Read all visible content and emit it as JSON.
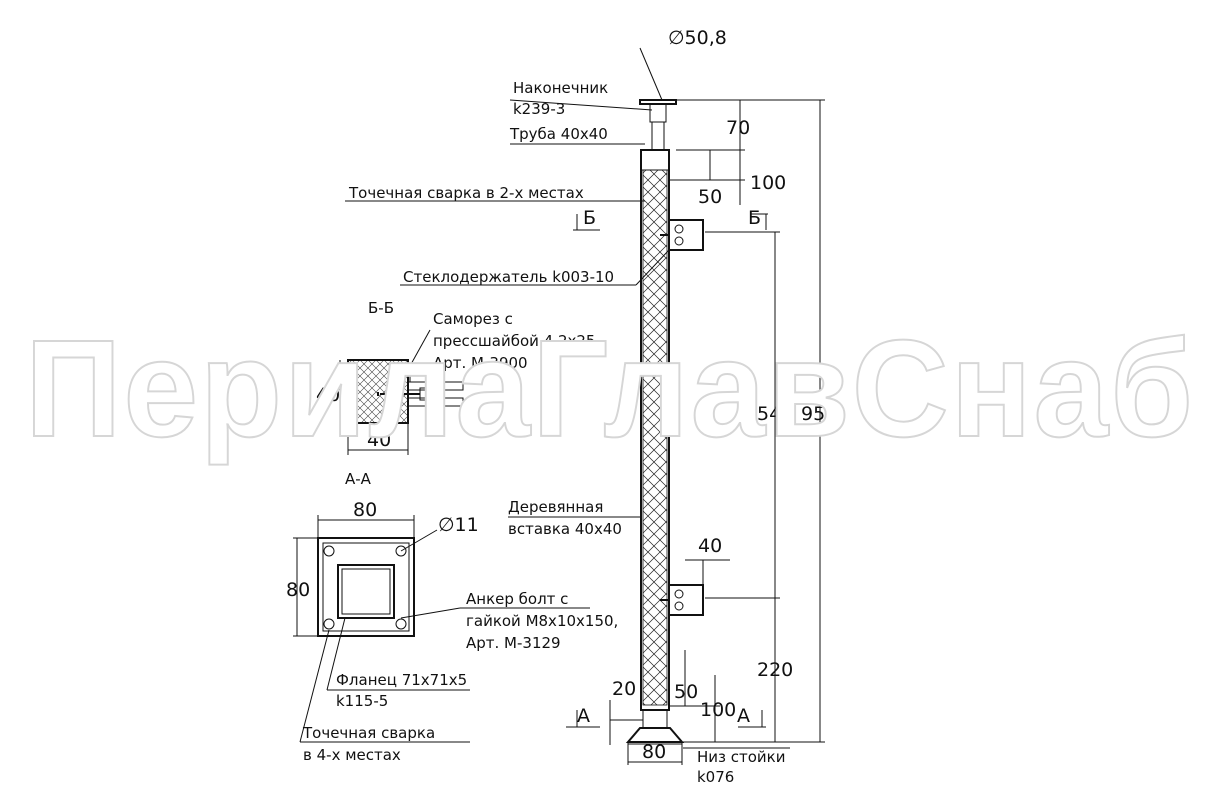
{
  "dimensions": {
    "top_diameter": "∅50,8",
    "tip_height": "70",
    "top_to_holder": "100",
    "holder_offset": "50",
    "holder_spacing": "540",
    "total_height": "950",
    "holder_depth": "40",
    "bottom_to_holder": "220",
    "bottom_50": "50",
    "bottom_100": "100",
    "base_20": "20",
    "base_width": "80",
    "section_height": "40",
    "section_width": "40",
    "flange_width": "80",
    "flange_height": "80",
    "hole_diameter": "∅11"
  },
  "labels": {
    "tip": [
      "Наконечник",
      "k239-3"
    ],
    "tube": "Труба 40х40",
    "spot_weld_2": "Точечная сварка в 2-х местах",
    "glass_holder": "Стеклодержатель k003-10",
    "screw": [
      "Саморез с",
      "прессшайбой 4,2х25",
      "Арт. М-3900"
    ],
    "wood_insert": [
      "Деревянная",
      "вставка 40х40"
    ],
    "anchor": [
      "Анкер болт с",
      "гайкой М8х10х150,",
      "Арт. М-3129"
    ],
    "flange": [
      "Фланец 71х71х5",
      "k115-5"
    ],
    "spot_weld_4": [
      "Точечная сварка",
      "в 4-х местах"
    ],
    "post_bottom": [
      "Низ стойки",
      "k076"
    ]
  },
  "sections": {
    "bb_title": "Б-Б",
    "aa_title": "А-А",
    "b_mark": "Б",
    "a_mark": "А"
  },
  "watermark": "ПерилаГлавСнаб"
}
